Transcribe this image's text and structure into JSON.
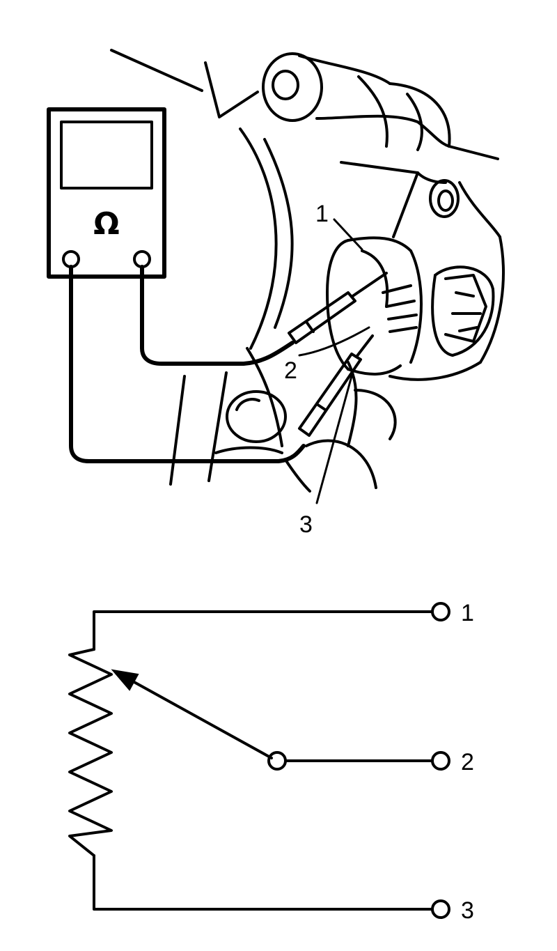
{
  "meter": {
    "symbol": "Ω",
    "icon": "ohmmeter-icon"
  },
  "callouts": {
    "pin_1": "1",
    "pin_2": "2",
    "pin_3": "3"
  },
  "schematic": {
    "terminal_1": "1",
    "terminal_2": "2",
    "terminal_3": "3",
    "component": "potentiometer-icon"
  },
  "colors": {
    "ink": "#000000",
    "background": "#ffffff"
  }
}
